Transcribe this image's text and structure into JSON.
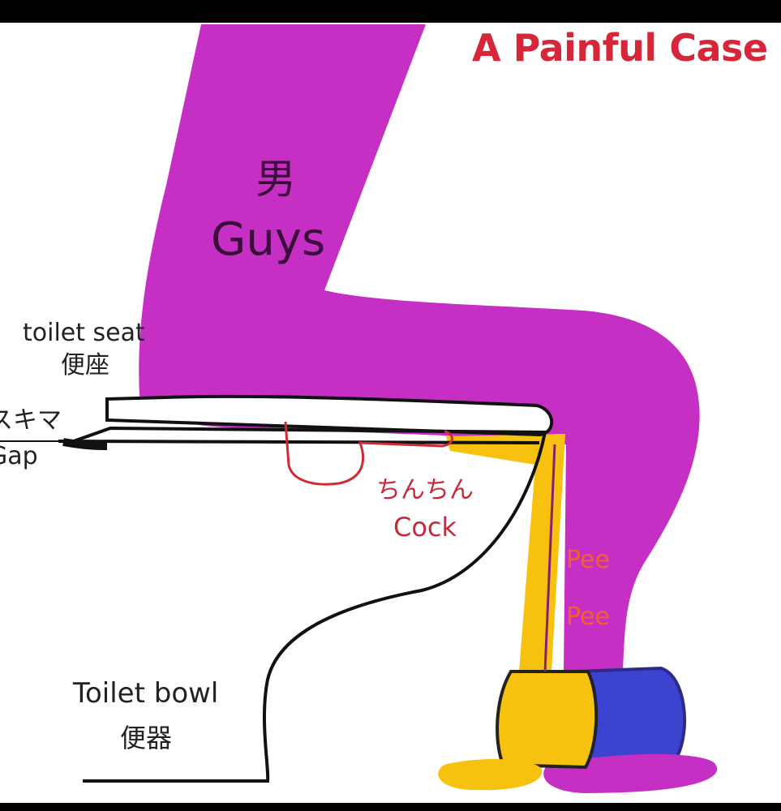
{
  "title": "A Painful Case",
  "labels": {
    "guys_jp": "男",
    "guys_en": "Guys",
    "toilet_seat_en": "toilet seat",
    "toilet_seat_jp": "便座",
    "gap_jp": "スキマ",
    "gap_en": "Gap",
    "cock_jp": "ちんちん",
    "cock_en": "Cock",
    "pee_1": "Pee",
    "pee_2": "Pee",
    "toilet_bowl_en": "Toilet bowl",
    "toilet_bowl_jp": "便器"
  },
  "colors": {
    "legs": "#c62fc4",
    "pee": "#f7c20f",
    "shoe": "#3c44cf",
    "outline": "#111111",
    "cock": "#d02b34",
    "title": "#d6263a"
  }
}
